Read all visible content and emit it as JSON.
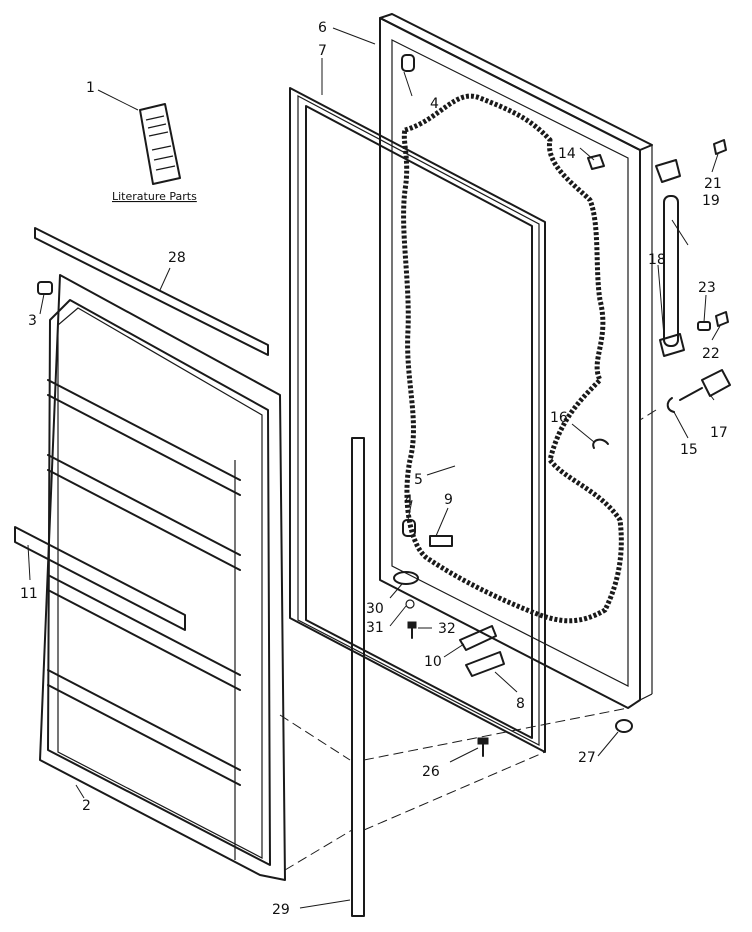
{
  "caption": "Literature Parts",
  "callouts": [
    {
      "id": "c1",
      "text": "1"
    },
    {
      "id": "c2",
      "text": "2"
    },
    {
      "id": "c3",
      "text": "3"
    },
    {
      "id": "c4a",
      "text": "4"
    },
    {
      "id": "c4b",
      "text": "4"
    },
    {
      "id": "c5",
      "text": "5"
    },
    {
      "id": "c6",
      "text": "6"
    },
    {
      "id": "c7",
      "text": "7"
    },
    {
      "id": "c8",
      "text": "8"
    },
    {
      "id": "c9",
      "text": "9"
    },
    {
      "id": "c10",
      "text": "10"
    },
    {
      "id": "c11",
      "text": "11"
    },
    {
      "id": "c14",
      "text": "14"
    },
    {
      "id": "c15",
      "text": "15"
    },
    {
      "id": "c16",
      "text": "16"
    },
    {
      "id": "c17",
      "text": "17"
    },
    {
      "id": "c18",
      "text": "18"
    },
    {
      "id": "c19",
      "text": "19"
    },
    {
      "id": "c21",
      "text": "21"
    },
    {
      "id": "c22",
      "text": "22"
    },
    {
      "id": "c23",
      "text": "23"
    },
    {
      "id": "c26",
      "text": "26"
    },
    {
      "id": "c27",
      "text": "27"
    },
    {
      "id": "c28",
      "text": "28"
    },
    {
      "id": "c29",
      "text": "29"
    },
    {
      "id": "c30",
      "text": "30"
    },
    {
      "id": "c31",
      "text": "31"
    },
    {
      "id": "c32",
      "text": "32"
    }
  ]
}
